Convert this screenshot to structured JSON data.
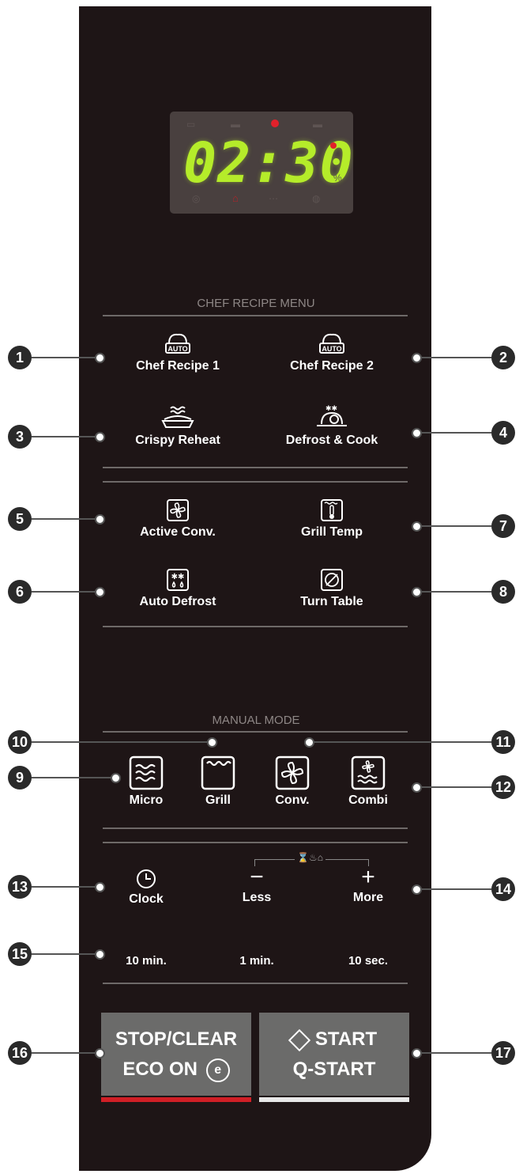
{
  "display": {
    "time": "02:30",
    "indicator_color": "#e0212b",
    "digit_color": "#b5ec2a"
  },
  "chef_recipe_menu": {
    "title": "CHEF RECIPE MENU",
    "buttons": [
      {
        "label": "Chef Recipe 1",
        "icon": "auto-pot-icon",
        "badge": "AUTO"
      },
      {
        "label": "Chef Recipe 2",
        "icon": "auto-pot-icon",
        "badge": "AUTO"
      },
      {
        "label": "Crispy Reheat",
        "icon": "pie-steam-icon"
      },
      {
        "label": "Defrost & Cook",
        "icon": "cloche-snow-icon"
      }
    ]
  },
  "function_buttons": [
    {
      "label": "Active Conv.",
      "icon": "fan-icon"
    },
    {
      "label": "Grill Temp",
      "icon": "thermometer-icon"
    },
    {
      "label": "Auto Defrost",
      "icon": "snowflake-drops-icon"
    },
    {
      "label": "Turn Table",
      "icon": "turntable-icon"
    }
  ],
  "manual_mode": {
    "title": "MANUAL MODE",
    "buttons": [
      {
        "label": "Micro",
        "icon": "waves-icon"
      },
      {
        "label": "Grill",
        "icon": "grill-icon"
      },
      {
        "label": "Conv.",
        "icon": "fan-icon"
      },
      {
        "label": "Combi",
        "icon": "combi-icon"
      }
    ]
  },
  "controls": {
    "clock": "Clock",
    "less": "Less",
    "more": "More",
    "less_symbol": "−",
    "more_symbol": "+",
    "time_keys": [
      "10 min.",
      "1 min.",
      "10 sec."
    ]
  },
  "stop_button": {
    "line1": "STOP/CLEAR",
    "line2": "ECO ON",
    "accent": "#d11f26"
  },
  "start_button": {
    "line1": "START",
    "line2": "Q-START",
    "accent": "#e8e8e8"
  },
  "callouts": [
    "1",
    "2",
    "3",
    "4",
    "5",
    "6",
    "7",
    "8",
    "9",
    "10",
    "11",
    "12",
    "13",
    "14",
    "15",
    "16",
    "17"
  ]
}
